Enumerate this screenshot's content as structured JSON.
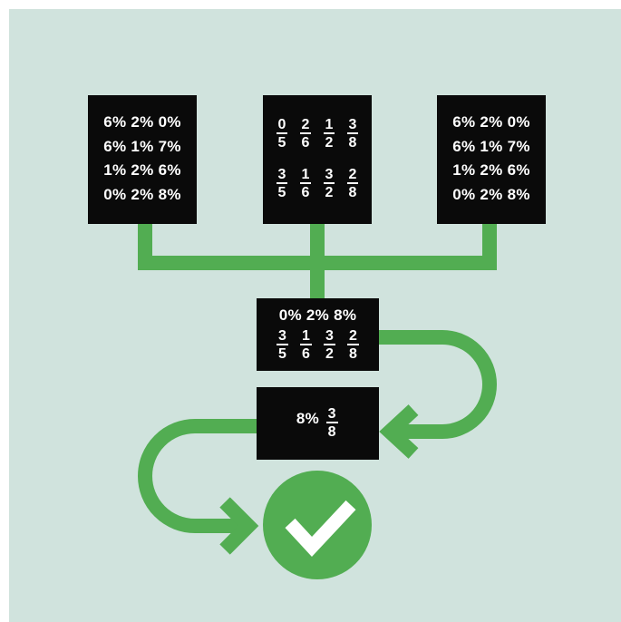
{
  "colors": {
    "background": "#d0e3dd",
    "box": "#0a0a0a",
    "connector": "#52ad52",
    "text": "#ffffff",
    "check_mark": "#ffffff"
  },
  "top_left": {
    "rows": [
      "6% 2% 0%",
      "6% 1% 7%",
      "1% 2% 6%",
      "0% 2% 8%"
    ]
  },
  "top_middle": {
    "rows": [
      [
        {
          "num": "0",
          "den": "5"
        },
        {
          "num": "2",
          "den": "6"
        },
        {
          "num": "1",
          "den": "2"
        },
        {
          "num": "3",
          "den": "8"
        }
      ],
      [
        {
          "num": "3",
          "den": "5"
        },
        {
          "num": "1",
          "den": "6"
        },
        {
          "num": "3",
          "den": "2"
        },
        {
          "num": "2",
          "den": "8"
        }
      ]
    ]
  },
  "top_right": {
    "rows": [
      "6% 2% 0%",
      "6% 1% 7%",
      "1% 2% 6%",
      "0% 2% 8%"
    ]
  },
  "merged": {
    "percent_row": "0% 2% 8%",
    "fractions": [
      {
        "num": "3",
        "den": "5"
      },
      {
        "num": "1",
        "den": "6"
      },
      {
        "num": "3",
        "den": "2"
      },
      {
        "num": "2",
        "den": "8"
      }
    ]
  },
  "result": {
    "percent": "8%",
    "fraction": {
      "num": "3",
      "den": "8"
    }
  },
  "final_icon": "checkmark-icon"
}
